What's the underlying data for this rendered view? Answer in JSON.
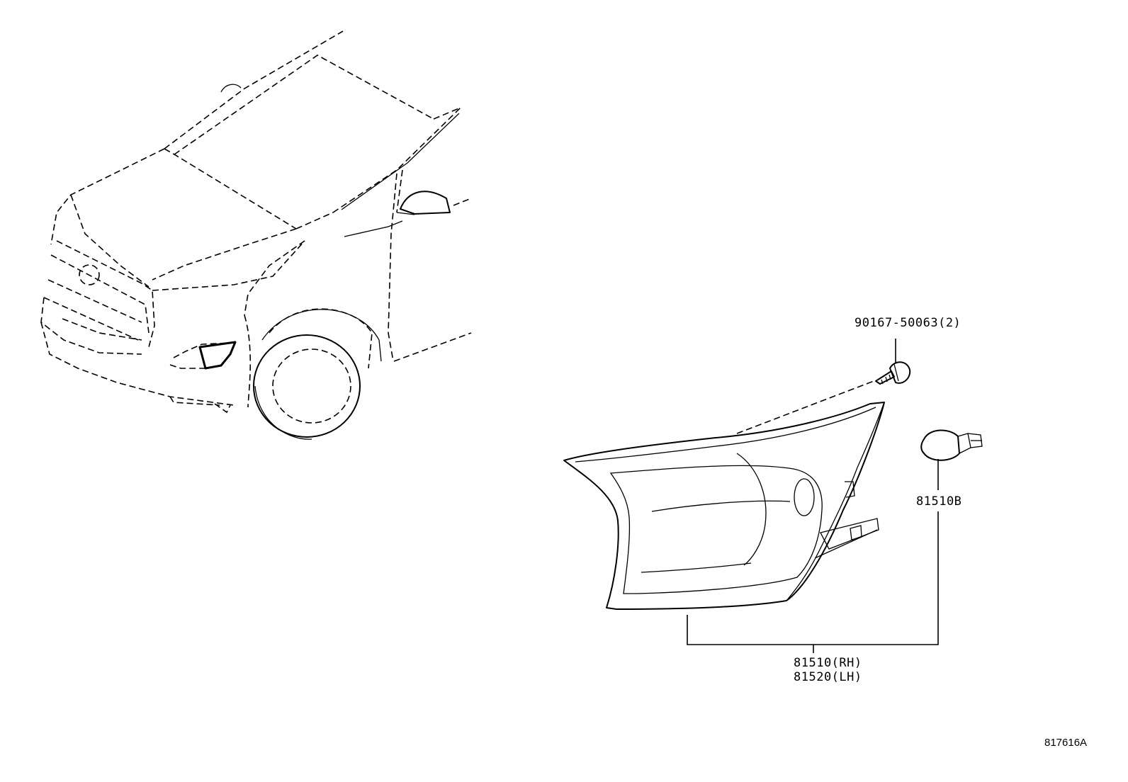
{
  "parts": {
    "screw_label": "90167-50063(2)",
    "bulb_label": "81510B",
    "lamp_rh_label": "81510(RH)",
    "lamp_lh_label": "81520(LH)"
  },
  "diagram_ref": "817616A"
}
